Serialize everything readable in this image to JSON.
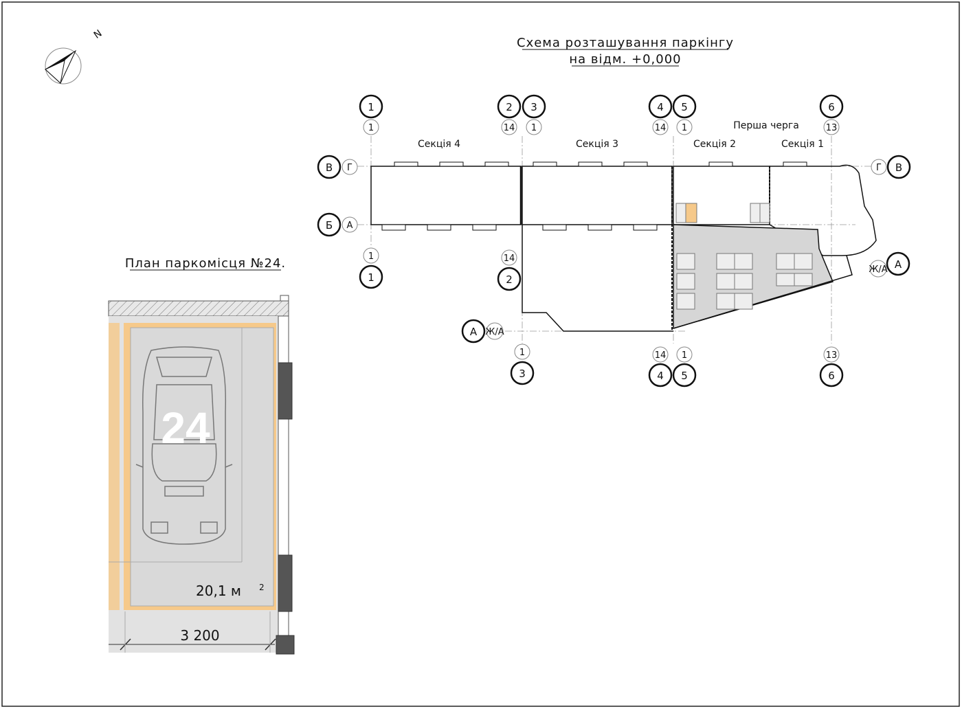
{
  "north_label": "N",
  "scheme": {
    "title_line1": "Схема розташування паркінгу",
    "title_line2": "на відм. +0,000",
    "sections": [
      "Секція 4",
      "Секція 3",
      "Секція 2",
      "Секція 1"
    ],
    "phase_label": "Перша черга",
    "axes": {
      "top": [
        {
          "main": "1",
          "sub": "1"
        },
        {
          "main": "2",
          "sub": "14"
        },
        {
          "main": "3",
          "sub": "1"
        },
        {
          "main": "4",
          "sub": "14"
        },
        {
          "main": "5",
          "sub": "1"
        },
        {
          "main": "6",
          "sub": "13"
        }
      ],
      "bottom": [
        {
          "main": "1",
          "sub": "1"
        },
        {
          "main": "2",
          "sub": "14"
        },
        {
          "main": "3",
          "sub": "1"
        },
        {
          "main": "4",
          "sub": "14"
        },
        {
          "main": "5",
          "sub": "1"
        },
        {
          "main": "6",
          "sub": "13"
        }
      ],
      "left_top": {
        "main": "В",
        "sub": "Г"
      },
      "left_mid": {
        "main": "Б",
        "sub": "А"
      },
      "right_top": {
        "main": "В",
        "sub": "Г"
      },
      "right_mid": {
        "main": "А",
        "sub": "Ж/А"
      },
      "bottom_left": {
        "main": "А",
        "sub": "Ж/А"
      }
    }
  },
  "plan": {
    "title": "План паркомісця №24.",
    "space_number": "24",
    "area_value": "20,1 м",
    "area_sup": "2",
    "dimension": "3 200"
  },
  "colors": {
    "highlight": "#f6c98a",
    "parking_fill": "#d9d9d9",
    "wall": "#555555"
  }
}
